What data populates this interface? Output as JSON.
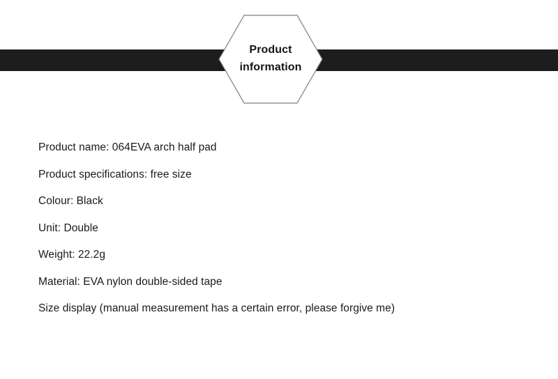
{
  "header": {
    "title_line1": "Product",
    "title_line2": "information",
    "band_color": "#1d1d1d",
    "badge_shape": "hexagon",
    "badge_border_color": "#7d7d7d",
    "badge_fill": "#ffffff"
  },
  "specs": {
    "items": [
      {
        "text": "Product name: 064EVA arch half pad"
      },
      {
        "text": "Product specifications: free size"
      },
      {
        "text": "Colour: Black"
      },
      {
        "text": "Unit: Double"
      },
      {
        "text": "Weight: 22.2g"
      },
      {
        "text": "Material: EVA nylon double-sided tape"
      },
      {
        "text": "Size display (manual measurement has a certain error, please forgive me)"
      }
    ]
  },
  "theme": {
    "text_color": "#1a1a1a",
    "background": "#ffffff"
  }
}
